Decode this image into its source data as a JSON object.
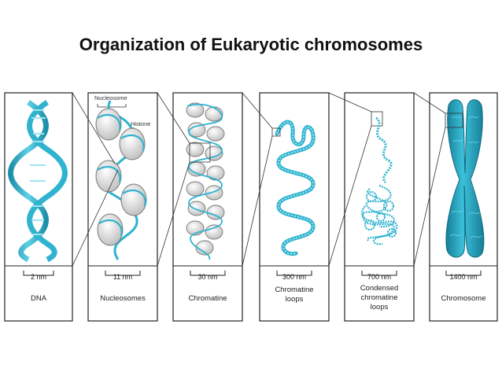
{
  "title": "Organization of Eukaryotic chromosomes",
  "colors": {
    "dna": "#2fb3cf",
    "dna_dark": "#1d8fa8",
    "histone_fill": "#e8e8e8",
    "histone_stroke": "#7a7a7a",
    "chromosome": "#2aa5c0"
  },
  "annotations": {
    "nucleosome": "Nucleosome",
    "histone": "Histone"
  },
  "panels": [
    {
      "id": "dna",
      "scale": "2 nm",
      "name_lines": [
        "DNA"
      ]
    },
    {
      "id": "nucleosomes",
      "scale": "11 nm",
      "name_lines": [
        "Nucleosomes"
      ]
    },
    {
      "id": "chromatine",
      "scale": "30 nm",
      "name_lines": [
        "Chromatine"
      ]
    },
    {
      "id": "chromatine-loops",
      "scale": "300 nm",
      "name_lines": [
        "Chromatine",
        "loops"
      ]
    },
    {
      "id": "condensed-loops",
      "scale": "700 nm",
      "name_lines": [
        "Condensed",
        "chromatine",
        "loops"
      ]
    },
    {
      "id": "chromosome",
      "scale": "1400 nm",
      "name_lines": [
        "Chromosome"
      ]
    }
  ]
}
